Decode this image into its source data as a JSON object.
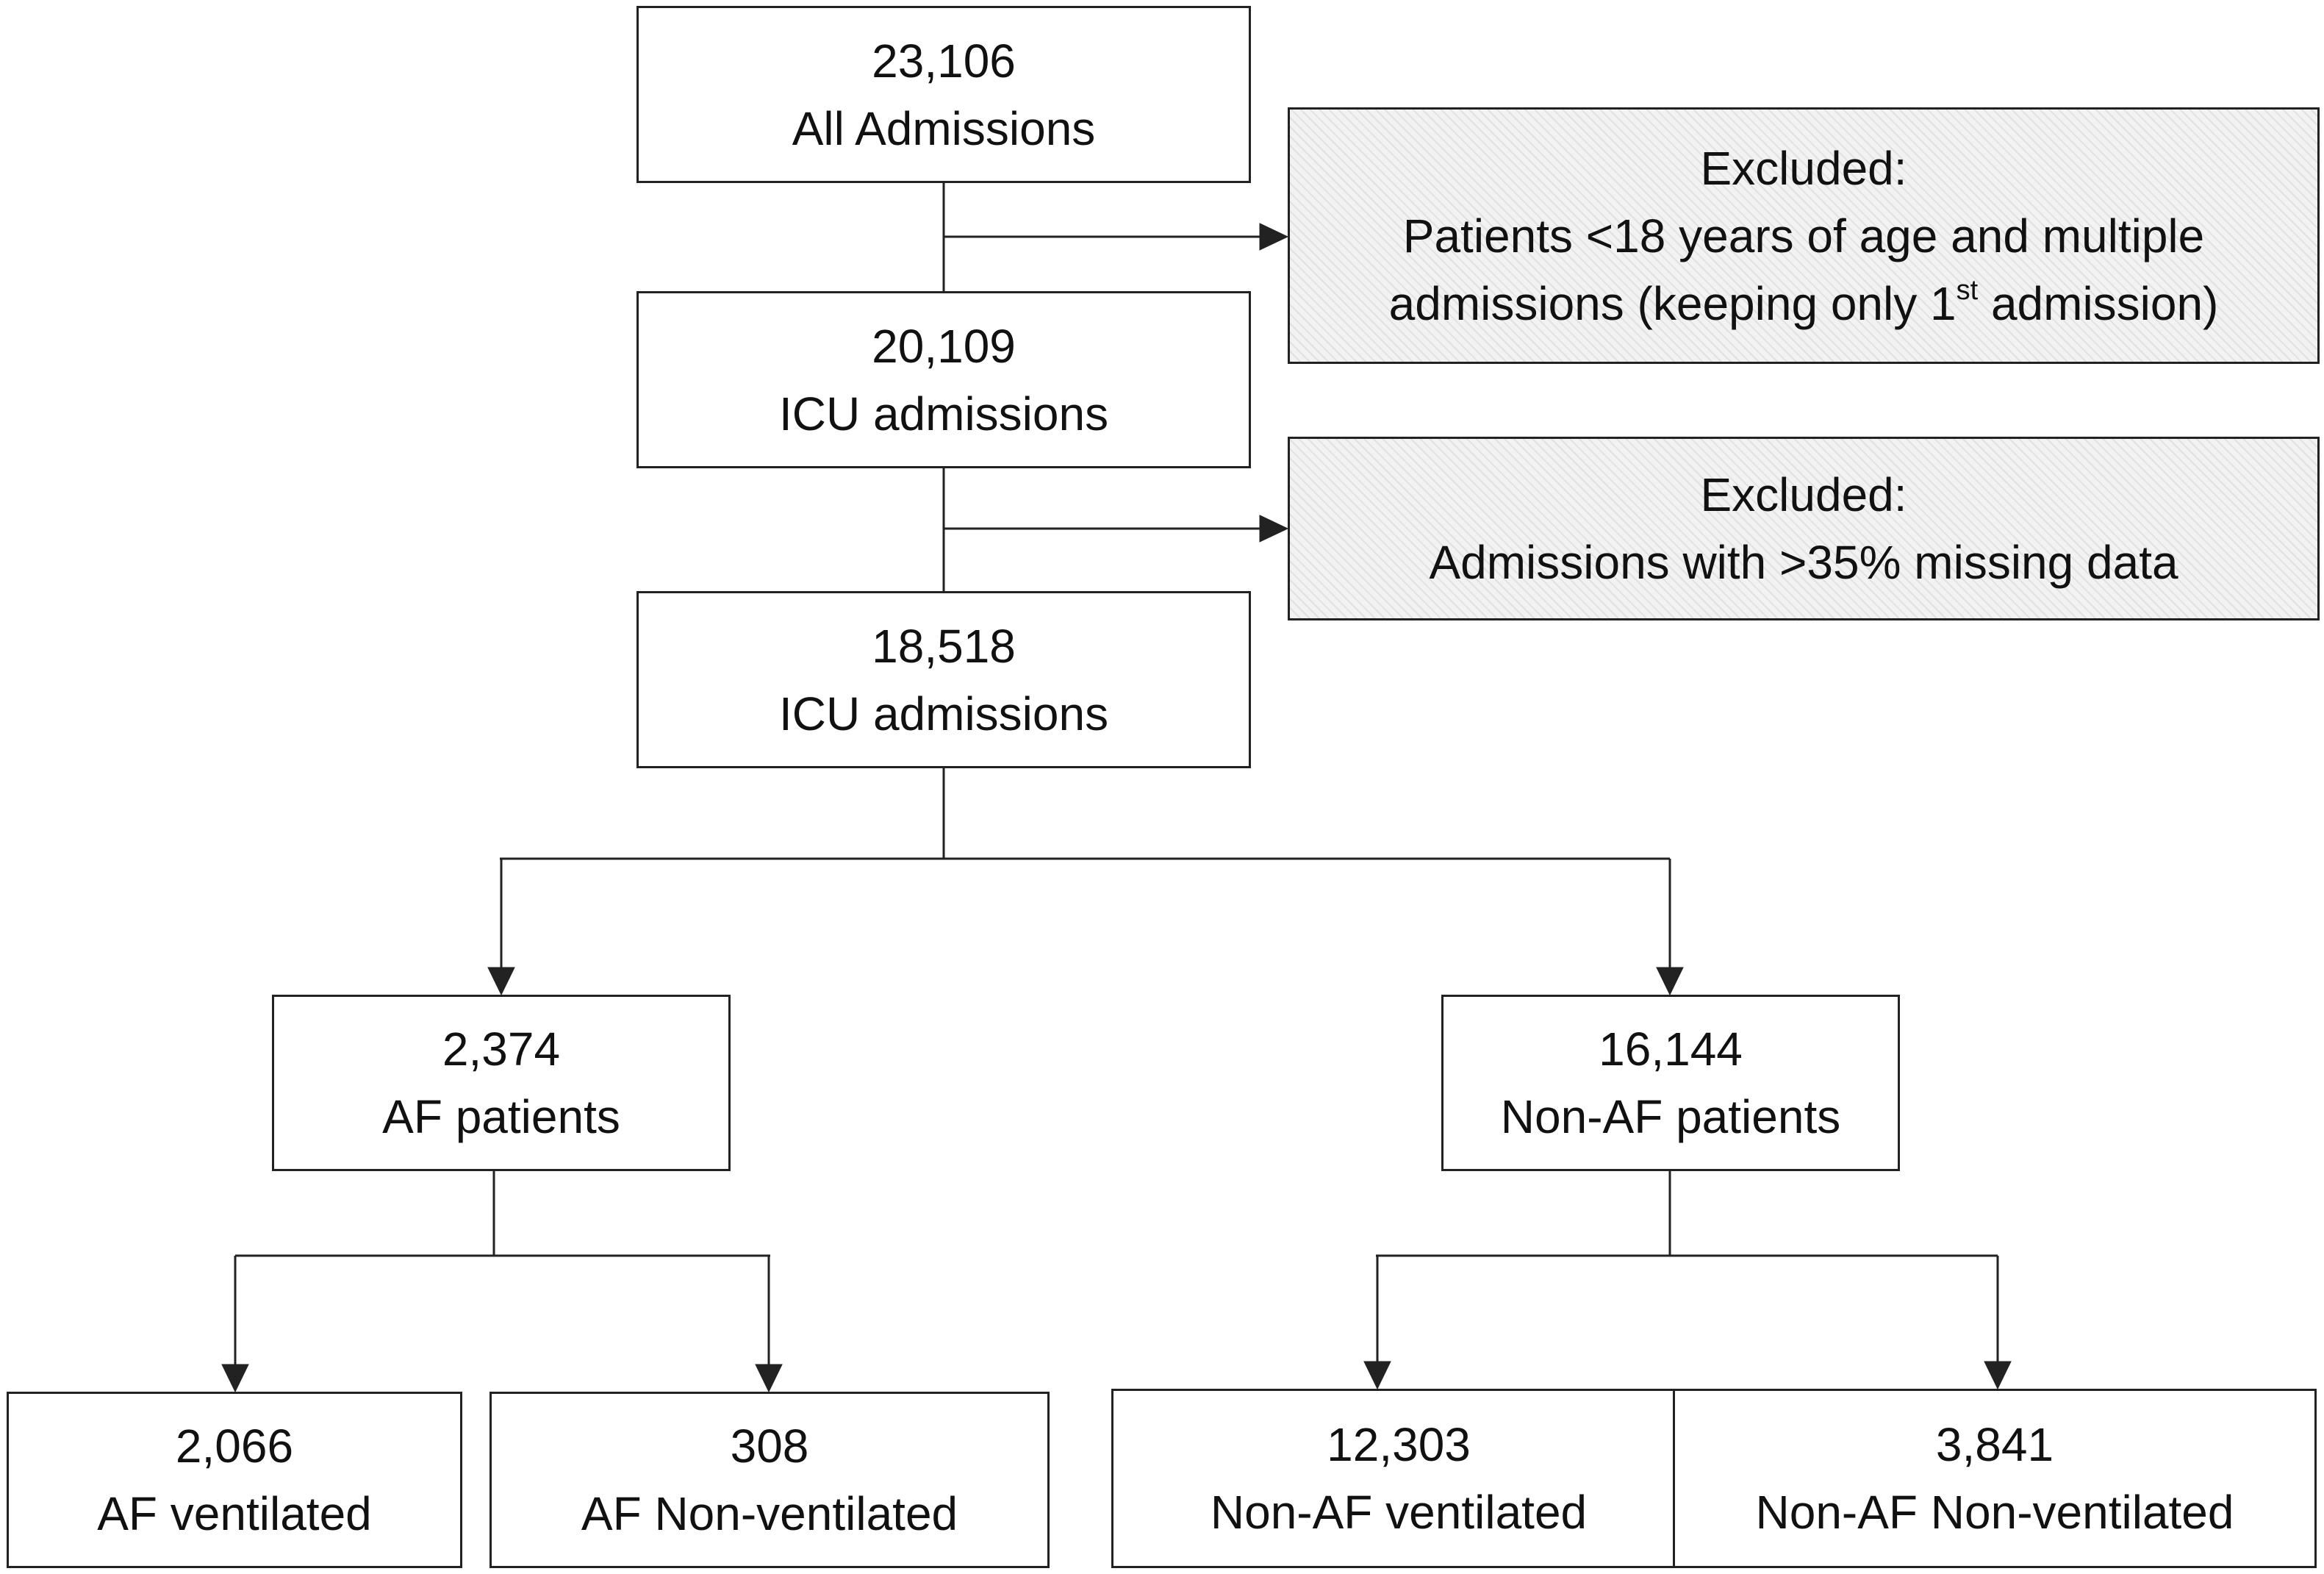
{
  "flowchart": {
    "all_admissions": {
      "count": "23,106",
      "label": "All Admissions"
    },
    "icu_admissions_1": {
      "count": "20,109",
      "label": "ICU admissions"
    },
    "icu_admissions_2": {
      "count": "18,518",
      "label": "ICU admissions"
    },
    "exclusion_1": {
      "heading": "Excluded:",
      "line1": "Patients <18 years of age and multiple",
      "line2_before": "admissions (keeping only 1",
      "line2_sup": "st",
      "line2_after": " admission)"
    },
    "exclusion_2": {
      "heading": "Excluded:",
      "line1": "Admissions with >35% missing data"
    },
    "af_patients": {
      "count": "2,374",
      "label": "AF patients"
    },
    "non_af_patients": {
      "count": "16,144",
      "label": "Non-AF patients"
    },
    "af_ventilated": {
      "count": "2,066",
      "label": "AF ventilated"
    },
    "af_non_ventilated": {
      "count": "308",
      "label": "AF Non-ventilated"
    },
    "non_af_ventilated": {
      "count": "12,303",
      "label": "Non-AF ventilated"
    },
    "non_af_non_ventilated": {
      "count": "3,841",
      "label": "Non-AF Non-ventilated"
    }
  },
  "colors": {
    "line": "#222222",
    "exclusion_fill": "#f2f2f2"
  }
}
